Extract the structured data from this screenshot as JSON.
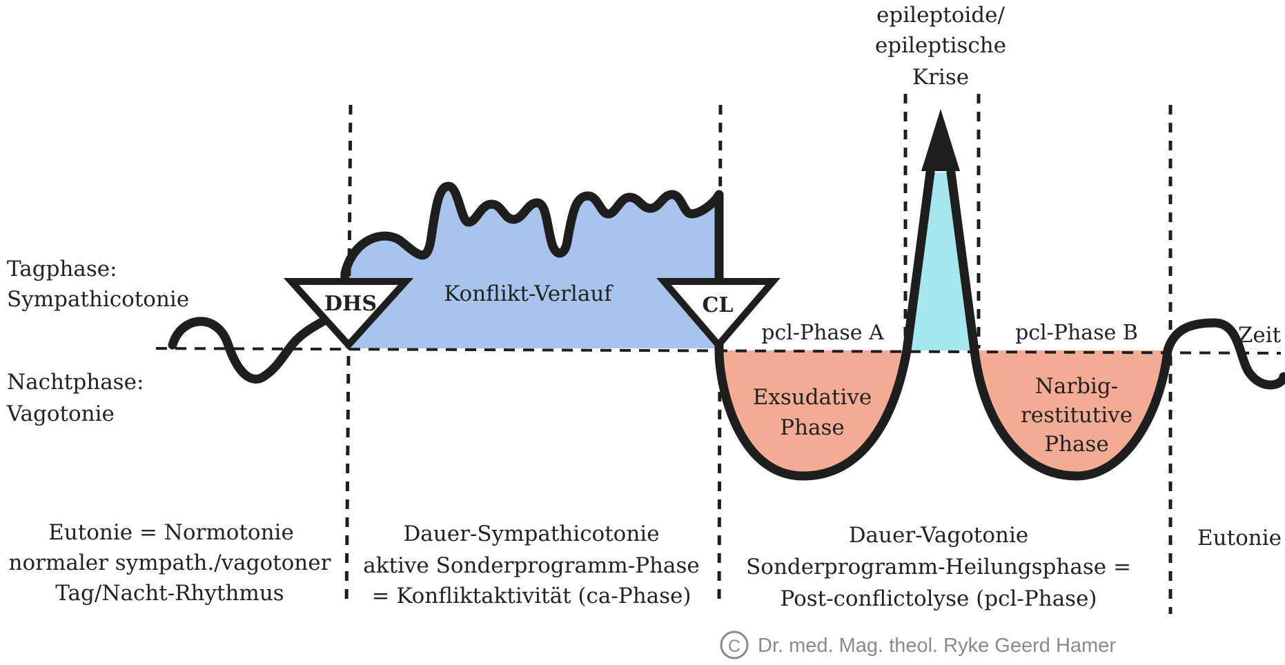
{
  "colors": {
    "conflict_fill": "#a9c4ec",
    "healing_fill": "#f4ab94",
    "crisis_fill": "#a6e6ef",
    "stroke": "#1e1e1e",
    "copyright": "#8a8a8a"
  },
  "left_labels": {
    "day_line1": "Tagphase:",
    "day_line2": "Sympathicotonie",
    "night_line1": "Nachtphase:",
    "night_line2": "Vagotonie"
  },
  "markers": {
    "dhs": "DHS",
    "cl": "CL"
  },
  "regions": {
    "conflict": "Konflikt-Verlauf",
    "exsudative_line1": "Exsudative",
    "exsudative_line2": "Phase",
    "narbig_line1": "Narbig-",
    "narbig_line2": "restitutive",
    "narbig_line3": "Phase"
  },
  "phase_labels": {
    "pcl_a": "pcl-Phase A",
    "pcl_b": "pcl-Phase B",
    "time": "Zeit"
  },
  "crisis": {
    "line1": "epileptoide/",
    "line2": "epileptische",
    "line3": "Krise"
  },
  "bottom": {
    "col1_line1": "Eutonie = Normotonie",
    "col1_line2": "normaler sympath./vagotoner",
    "col1_line3": "Tag/Nacht-Rhythmus",
    "col2_line1": "Dauer-Sympathicotonie",
    "col2_line2": "aktive Sonderprogramm-Phase",
    "col2_line3": "= Konfliktaktivität (ca-Phase)",
    "col3_line1": "Dauer-Vagotonie",
    "col3_line2": "Sonderprogramm-Heilungsphase =",
    "col3_line3": "Post-conflictolyse (pcl-Phase)",
    "col4_line1": "Eutonie"
  },
  "copyright": {
    "symbol": "C",
    "text": "Dr. med. Mag. theol. Ryke Geerd Hamer"
  }
}
